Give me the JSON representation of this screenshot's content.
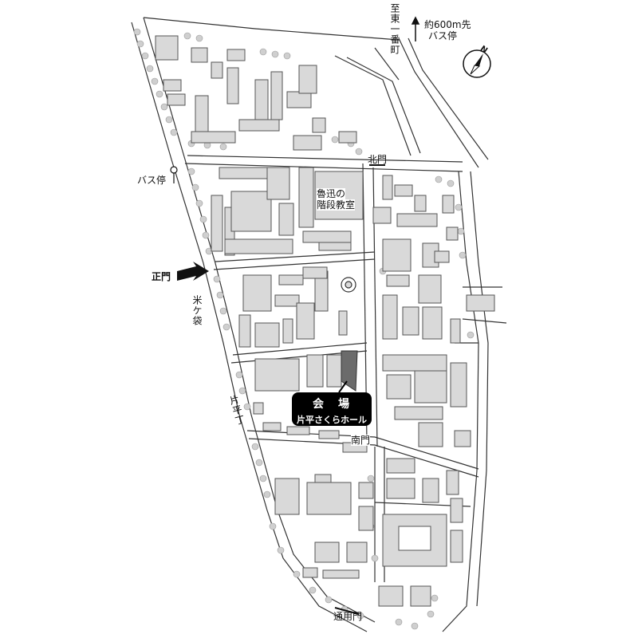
{
  "labels": {
    "to_higashi": "至東一番町",
    "bus_600_a": "約600m先",
    "bus_600_b": "バス停",
    "north_gate": "北門",
    "bus_stop": "バス停",
    "luxun_a": "魯迅の",
    "luxun_b": "階段教室",
    "main_gate": "正門",
    "yonegafukuro": "米ケ袋",
    "katahira": "片平丁",
    "venue_title": "会場",
    "venue_sub": "片平さくらホール",
    "south_gate": "南門",
    "service_gate": "通用門",
    "north_mark": "N"
  },
  "colors": {
    "building_fill": "#d9d9d9",
    "building_stroke": "#555555",
    "venue_fill": "#6b6b6b",
    "tree_fill": "#cfcfcf",
    "road": "#ffffff",
    "line": "#333333"
  }
}
